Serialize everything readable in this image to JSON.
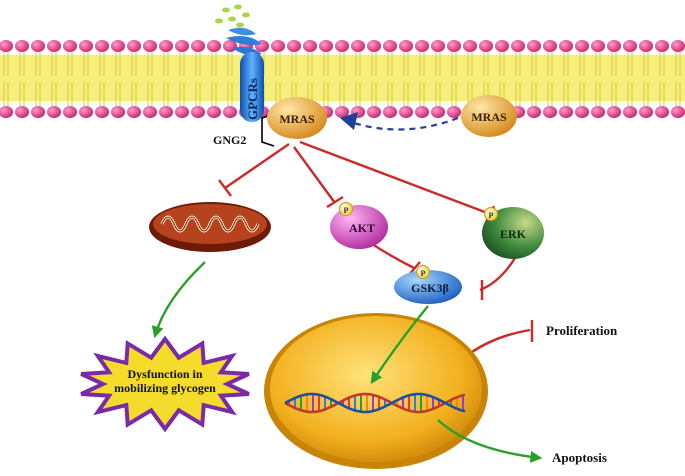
{
  "labels": {
    "gpcrs": "GPCRs",
    "mras_membrane": "MRAS",
    "mras_free": "MRAS",
    "gng2": "GNG2",
    "akt": "AKT",
    "erk": "ERK",
    "gsk3b": "GSK3β",
    "phospho": "P",
    "proliferation": "Proliferation",
    "apoptosis": "Apoptosis",
    "dysfunction_line1": "Dysfunction in",
    "dysfunction_line2": "mobilizing glycogen"
  },
  "colors": {
    "membrane_head": "#e23c8c",
    "membrane_tail": "#f2ea6a",
    "inhibition": "#cc2a2a",
    "activation": "#2aa02a",
    "translocation": "#1f3f9a",
    "gpcr": "#1b74d8",
    "mras": "#f0b443",
    "akt": "#e04fd0",
    "erk": "#2f7a3a",
    "gsk3b": "#2a7fe0",
    "nucleus": "#f2b01e",
    "burst": "#f5dc2a",
    "burst_edge": "#7a2aa8",
    "mitochondrion": "#9a2a10"
  }
}
